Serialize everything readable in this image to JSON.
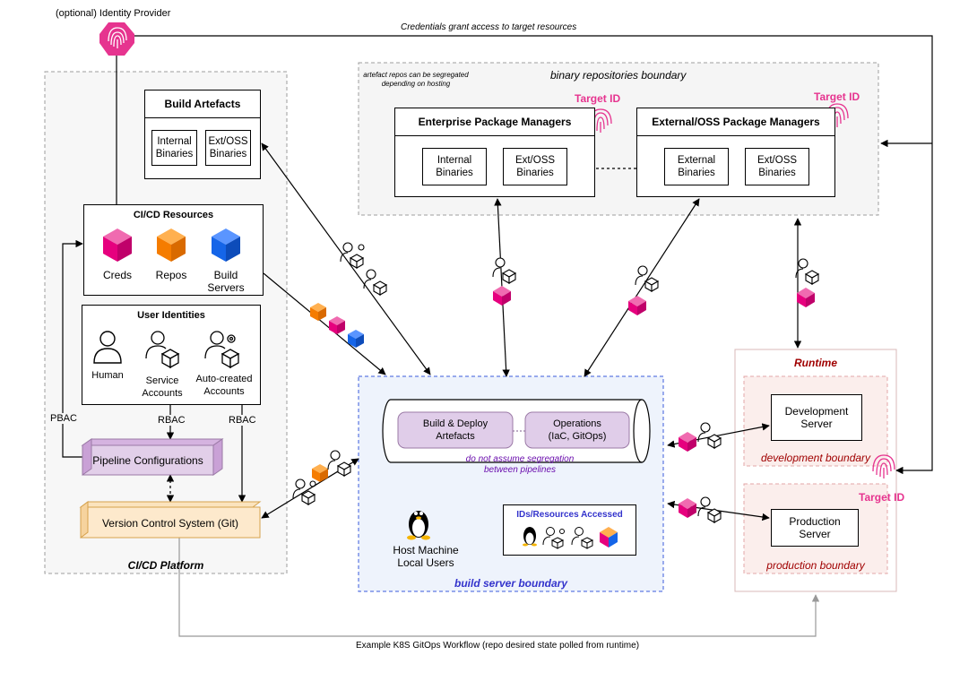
{
  "identity_provider": {
    "label": "(optional) Identity Provider"
  },
  "credentials_note": "Credentials grant access to target resources",
  "cicd_platform": {
    "label": "CI/CD Platform",
    "build_artefacts": {
      "title": "Build Artefacts",
      "internal": [
        "Internal",
        "Binaries"
      ],
      "ext": [
        "Ext/OSS",
        "Binaries"
      ]
    },
    "cicd_resources": {
      "title": "CI/CD Resources",
      "creds": "Creds",
      "repos": "Repos",
      "build_servers": [
        "Build",
        "Servers"
      ]
    },
    "user_identities": {
      "title": "User Identities",
      "human": "Human",
      "service": [
        "Service",
        "Accounts"
      ],
      "auto": [
        "Auto-created",
        "Accounts"
      ]
    },
    "pbac": "PBAC",
    "rbac_left": "RBAC",
    "rbac_right": "RBAC",
    "pipeline_config": "Pipeline Configurations",
    "vcs": "Version Control System (Git)"
  },
  "binary_repos": {
    "label": "binary repositories boundary",
    "note": [
      "artefact repos can be segregated",
      "depending on hosting"
    ],
    "target_id_1": "Target ID",
    "target_id_2": "Target ID",
    "enterprise": {
      "title": "Enterprise Package Managers",
      "internal": [
        "Internal",
        "Binaries"
      ],
      "ext": [
        "Ext/OSS",
        "Binaries"
      ]
    },
    "external": {
      "title": "External/OSS Package Managers",
      "external": [
        "External",
        "Binaries"
      ],
      "ext": [
        "Ext/OSS",
        "Binaries"
      ]
    }
  },
  "build_server": {
    "label": "build server boundary",
    "build_deploy": [
      "Build & Deploy",
      "Artefacts"
    ],
    "operations": [
      "Operations",
      "(IaC, GitOps)"
    ],
    "segregation_note": [
      "do not assume segregation",
      "between pipelines"
    ],
    "host": [
      "Host Machine",
      "Local Users"
    ],
    "ids_accessed": "IDs/Resources Accessed"
  },
  "runtime": {
    "label": "Runtime",
    "dev_server": [
      "Development",
      "Server"
    ],
    "dev_boundary": "development boundary",
    "prod_server": [
      "Production",
      "Server"
    ],
    "prod_boundary": "production boundary",
    "target_id": "Target ID"
  },
  "gitops_note": "Example K8S GitOps Workflow (repo desired state polled from runtime)",
  "colors": {
    "magenta": "#e6007e",
    "orange": "#f57c00",
    "blue": "#1565e8",
    "target_pink": "#e6348f",
    "blue_label": "#3333cc",
    "runtime_red": "#a00000",
    "purple_text": "#6a0dad"
  }
}
